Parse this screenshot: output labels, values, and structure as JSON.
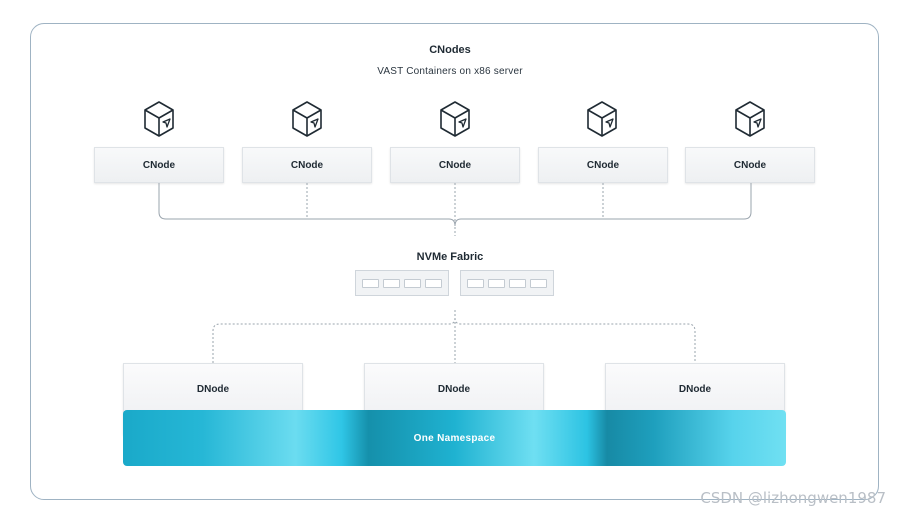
{
  "title": "CNodes",
  "subtitle": "VAST Containers on x86 server",
  "cnodes": [
    "CNode",
    "CNode",
    "CNode",
    "CNode",
    "CNode"
  ],
  "fabric_label": "NVMe Fabric",
  "fabric_switches": [
    {
      "ports": 4
    },
    {
      "ports": 4
    }
  ],
  "dnodes": [
    "DNode",
    "DNode",
    "DNode"
  ],
  "namespace_label": "One Namespace",
  "icon": "container-cube-icon",
  "colors": {
    "namespace": "#26b7d6",
    "frame_border": "#9fb3c3",
    "connector": "#9aa4ad"
  },
  "watermark": "CSDN @lizhongwen1987"
}
